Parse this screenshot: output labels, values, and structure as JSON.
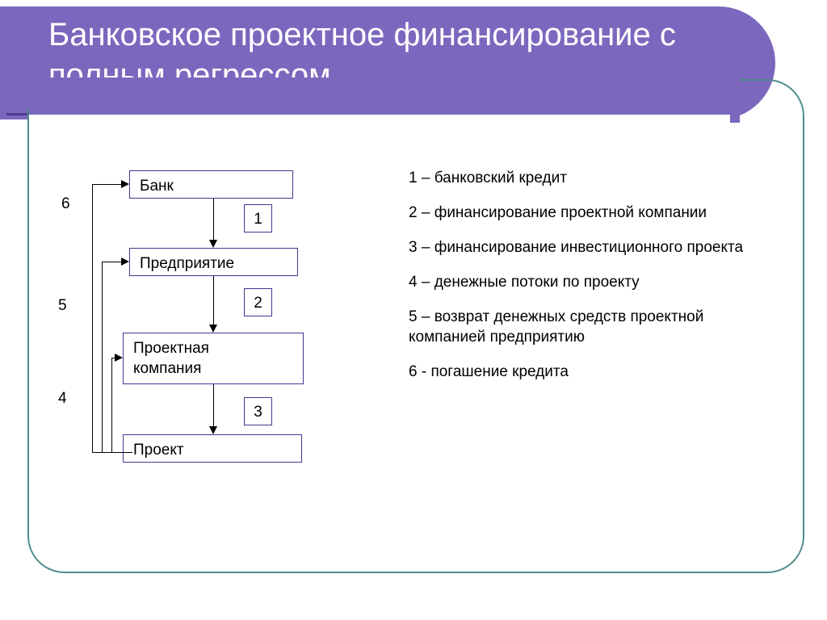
{
  "slide": {
    "title": "Банковское проектное финансирование с полным регрессом",
    "colors": {
      "title_banner": "#7B68BE",
      "title_text": "#ffffff",
      "frame_border": "#4F8C8C",
      "box_border": "#3B3B8F",
      "underline": "#4A3D8F"
    }
  },
  "diagram": {
    "boxes": [
      {
        "id": "bank",
        "label": "Банк"
      },
      {
        "id": "enterprise",
        "label": "Предприятие"
      },
      {
        "id": "project-company",
        "label": "Проектная\nкомпания"
      },
      {
        "id": "project",
        "label": "Проект"
      }
    ],
    "flow_numbers": [
      {
        "id": "flow-1",
        "label": "1"
      },
      {
        "id": "flow-2",
        "label": "2"
      },
      {
        "id": "flow-3",
        "label": "3"
      }
    ],
    "side_numbers": [
      {
        "id": "side-6",
        "label": "6"
      },
      {
        "id": "side-5",
        "label": "5"
      },
      {
        "id": "side-4",
        "label": "4"
      }
    ]
  },
  "legend": {
    "items": [
      "1 – банковский кредит",
      "2 – финансирование проектной компании",
      "3 – финансирование инвестиционного проекта",
      "4 – денежные потоки по проекту",
      "5 – возврат денежных средств проектной компанией предприятию",
      "6 - погашение кредита"
    ]
  }
}
